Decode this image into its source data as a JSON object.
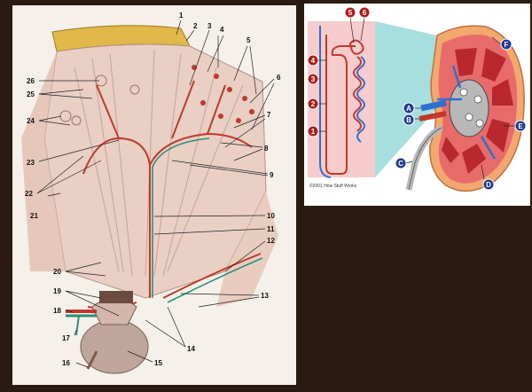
{
  "left_labels": [
    "1",
    "2",
    "3",
    "4",
    "5",
    "6",
    "7",
    "8",
    "9",
    "10",
    "11",
    "12",
    "13",
    "14",
    "15",
    "16",
    "17",
    "18",
    "19",
    "20",
    "21",
    "22",
    "23",
    "24",
    "25",
    "26"
  ],
  "right_number_labels": [
    "1",
    "2",
    "3",
    "4",
    "5",
    "6"
  ],
  "right_letter_labels": [
    "A",
    "B",
    "C",
    "D",
    "E",
    "F"
  ],
  "copyright": "©2001 How Stuff Works",
  "colors": {
    "badge_red": "#b01c1c",
    "badge_blue": "#1f3a93",
    "artery": "#c0392b",
    "vein": "#2e6fd1"
  }
}
